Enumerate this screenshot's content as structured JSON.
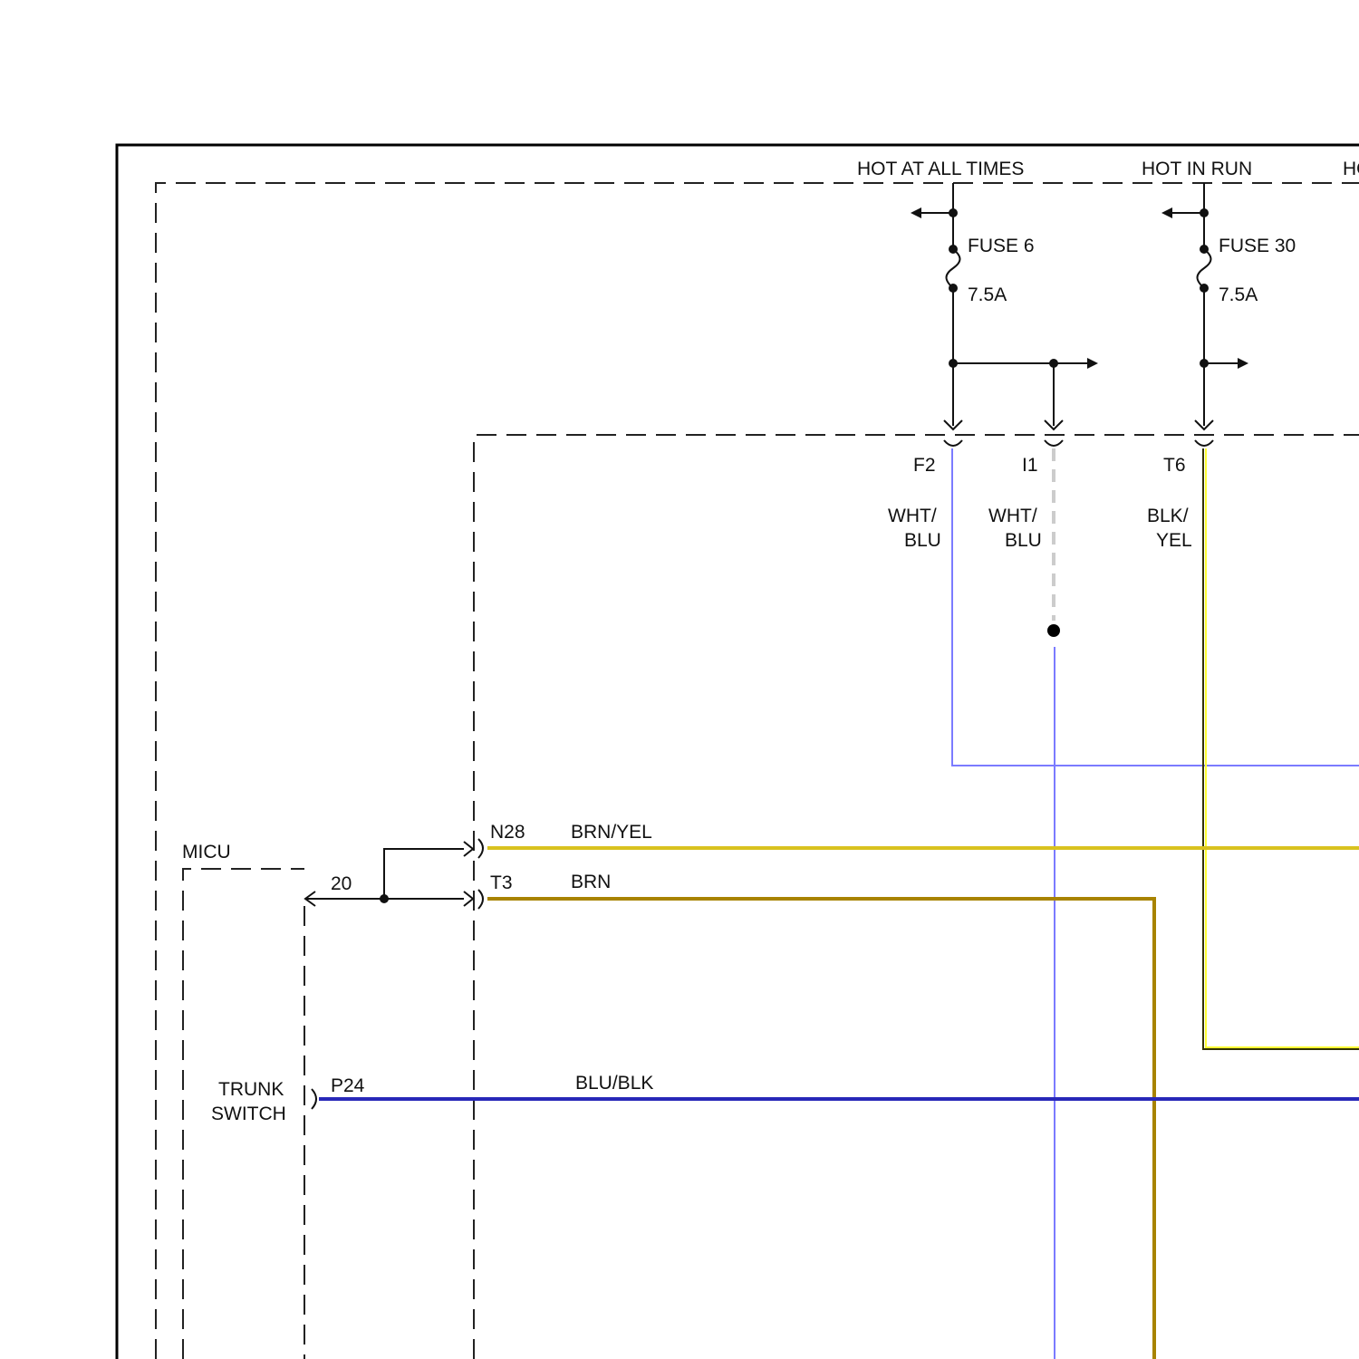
{
  "power_labels": {
    "hot_at_all_times": "HOT AT ALL TIMES",
    "hot_in_run": "HOT IN RUN",
    "cut_off": "HO"
  },
  "fuses": [
    {
      "name": "FUSE 6",
      "rating": "7.5A"
    },
    {
      "name": "FUSE 30",
      "rating": "7.5A"
    }
  ],
  "connectors": {
    "f2": "F2",
    "i1": "I1",
    "t6": "T6",
    "n28": "N28",
    "t3": "T3",
    "p24": "P24"
  },
  "wires": {
    "f2_color": [
      "WHT/",
      "BLU"
    ],
    "i1_color": [
      "WHT/",
      "BLU"
    ],
    "t6_color": [
      "BLK/",
      "YEL"
    ],
    "n28_color": "BRN/YEL",
    "t3_color": "BRN",
    "p24_color": "BLU/BLK"
  },
  "components": {
    "micu": "MICU",
    "micu_pin": "20",
    "trunk_switch": [
      "TRUNK",
      "SWITCH"
    ]
  },
  "colors": {
    "wht_blu": "#7b7bff",
    "blk_yel_dark": "#333300",
    "blk_yel_light": "#ffff33",
    "brn_yel": "#d9c21f",
    "brn": "#a88300",
    "blu_blk": "#2828b8"
  }
}
